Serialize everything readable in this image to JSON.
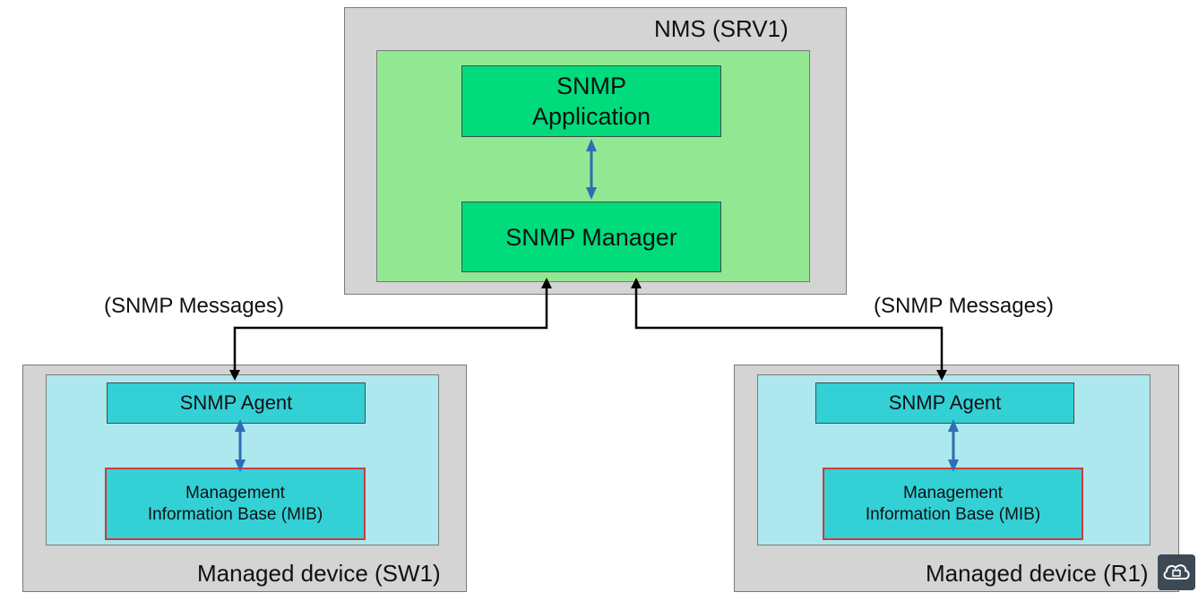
{
  "nms": {
    "title": "NMS (SRV1)",
    "application_line1": "SNMP",
    "application_line2": "Application",
    "manager": "SNMP Manager"
  },
  "devices": [
    {
      "title": "Managed device (SW1)",
      "agent": "SNMP Agent",
      "mib_line1": "Management",
      "mib_line2": "Information Base (MIB)"
    },
    {
      "title": "Managed device (R1)",
      "agent": "SNMP Agent",
      "mib_line1": "Management",
      "mib_line2": "Information Base (MIB)"
    }
  ],
  "messages": {
    "left": "(SNMP Messages)",
    "right": "(SNMP Messages)"
  },
  "colors": {
    "outer_gray": "#d4d4d4",
    "inner_green": "#92e892",
    "box_green": "#00dc7c",
    "inner_cyan": "#ace8ee",
    "box_teal": "#33d0d6",
    "mib_border": "#d03a3a",
    "blue_arrow": "#2f6db5"
  },
  "watermark": {
    "icon": "cloud-chip-icon"
  }
}
